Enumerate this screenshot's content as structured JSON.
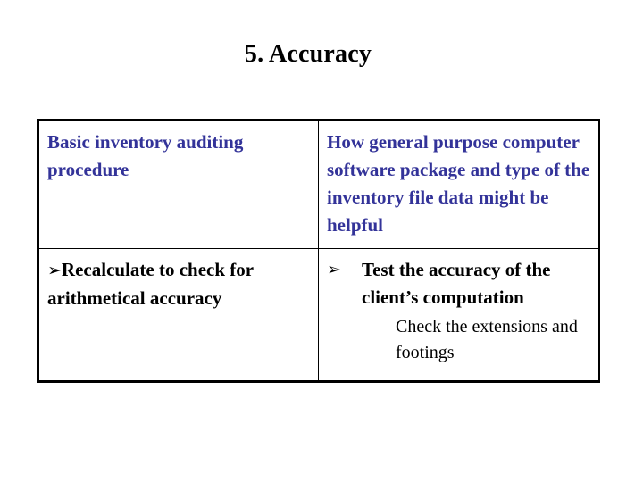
{
  "slide": {
    "title": "5. Accuracy",
    "title_color": "#000000",
    "background_color": "#ffffff",
    "accent_text_color": "#333399",
    "border_color": "#000000"
  },
  "table": {
    "columns": [
      {
        "header": "Basic inventory auditing procedure"
      },
      {
        "header": "How general purpose computer software package and type of the inventory file data might be helpful"
      }
    ],
    "rows": [
      {
        "left": {
          "bullet": "➢",
          "text": "Recalculate to check for arithmetical accuracy"
        },
        "right": {
          "bullet": "➢",
          "text": "Test the accuracy of the client’s computation",
          "sub_items": [
            {
              "marker": "–",
              "text": "Check the extensions and footings"
            }
          ]
        }
      }
    ]
  }
}
